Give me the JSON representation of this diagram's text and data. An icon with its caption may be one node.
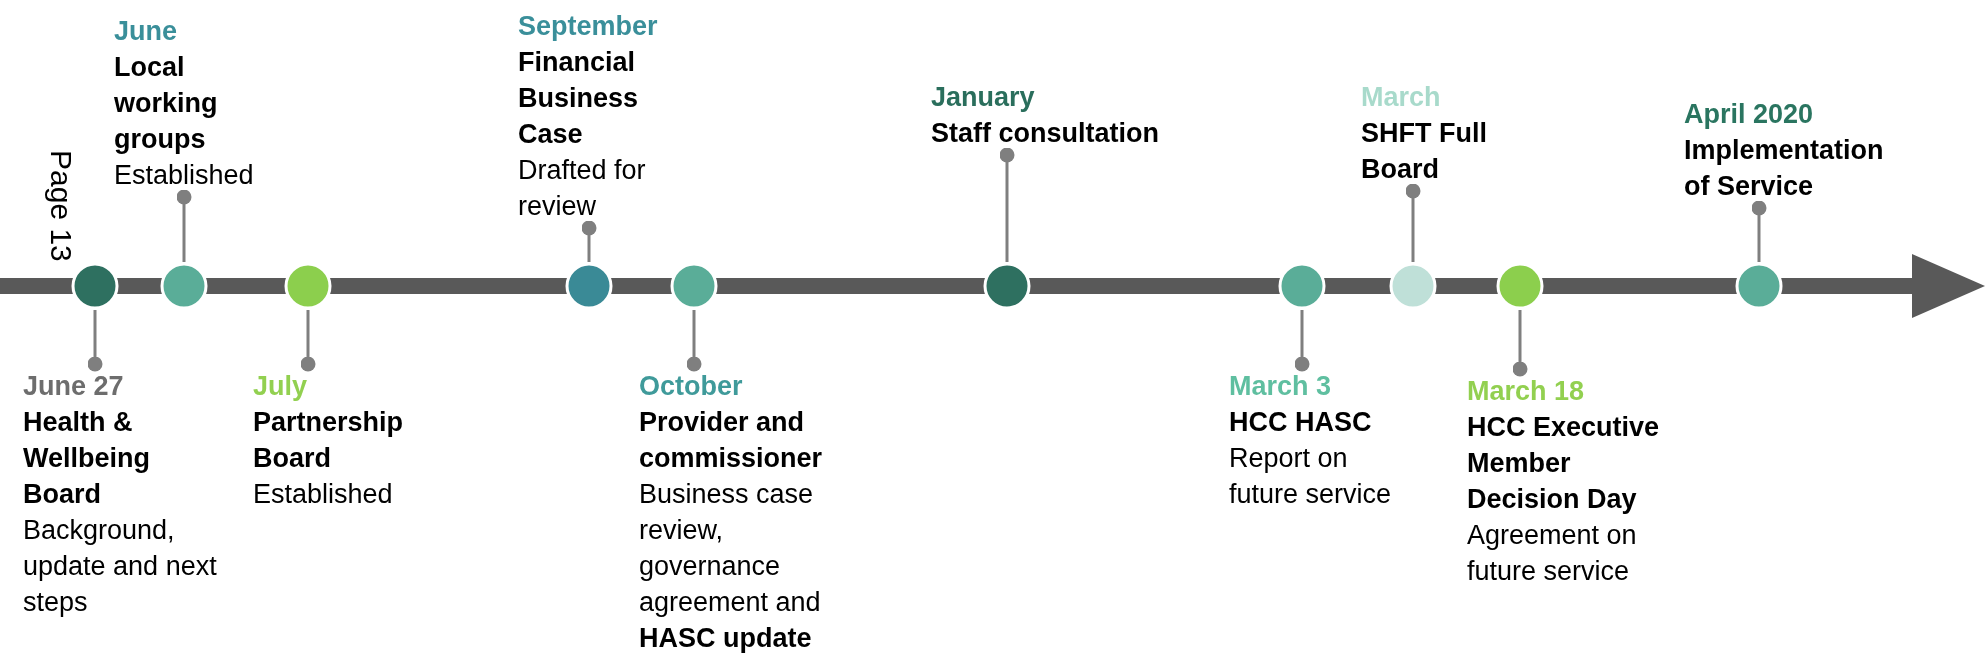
{
  "diagram": {
    "nodes": [
      {
        "text": [
          "June 27",
          "Health & Wellbeing Board",
          "Background, update and next steps"
        ]
      },
      {
        "text": [
          "June",
          "Local working groups",
          "Established"
        ]
      },
      {
        "text": [
          "July",
          "Partnership Board",
          "Established"
        ]
      },
      {
        "text": [
          "September",
          "Financial Business Case",
          "Drafted for review"
        ]
      },
      {
        "text": [
          "October",
          "Provider and commissioner",
          "Business case review, governance agreement and **HASC update**"
        ]
      },
      {
        "text": [
          "January",
          "Staff consultation"
        ]
      },
      {
        "text": [
          "March 3",
          "HCC HASC",
          "Report on future service"
        ]
      },
      {
        "text": [
          "March",
          "SHFT Full Board"
        ]
      },
      {
        "text": [
          "March 18",
          "HCC Executive Member Decision Day",
          "Agreement on future service"
        ]
      },
      {
        "text": [
          "April 2020",
          "Implementation of Service"
        ]
      },
      {
        "text": [],
        "shape": "circle"
      },
      {
        "text": [],
        "shape": "circle"
      },
      {
        "text": [],
        "shape": "circle"
      },
      {
        "text": [],
        "shape": "circle"
      },
      {
        "text": [],
        "shape": "circle"
      },
      {
        "text": [],
        "shape": "circle"
      },
      {
        "text": [],
        "shape": "circle"
      },
      {
        "text": [],
        "shape": "circle"
      },
      {
        "text": [],
        "shape": "circle"
      },
      {
        "text": [],
        "shape": "circle"
      }
    ],
    "edges": [
      {
        "from": 10,
        "to": 0,
        "arrow": "other"
      },
      {
        "from": 11,
        "to": 1,
        "arrow": "other"
      },
      {
        "from": 12,
        "to": 2,
        "arrow": "other"
      },
      {
        "from": 13,
        "to": 3,
        "arrow": "other"
      },
      {
        "from": 14,
        "to": 4,
        "arrow": "other"
      },
      {
        "from": 15,
        "to": 5,
        "arrow": "other"
      },
      {
        "from": 16,
        "to": 6,
        "arrow": "other"
      },
      {
        "from": 17,
        "to": 7,
        "arrow": "other"
      },
      {
        "from": 18,
        "to": 8,
        "arrow": "other"
      },
      {
        "from": 19,
        "to": 9,
        "arrow": "other"
      }
    ],
    "labels": [
      "Page 13"
    ]
  }
}
